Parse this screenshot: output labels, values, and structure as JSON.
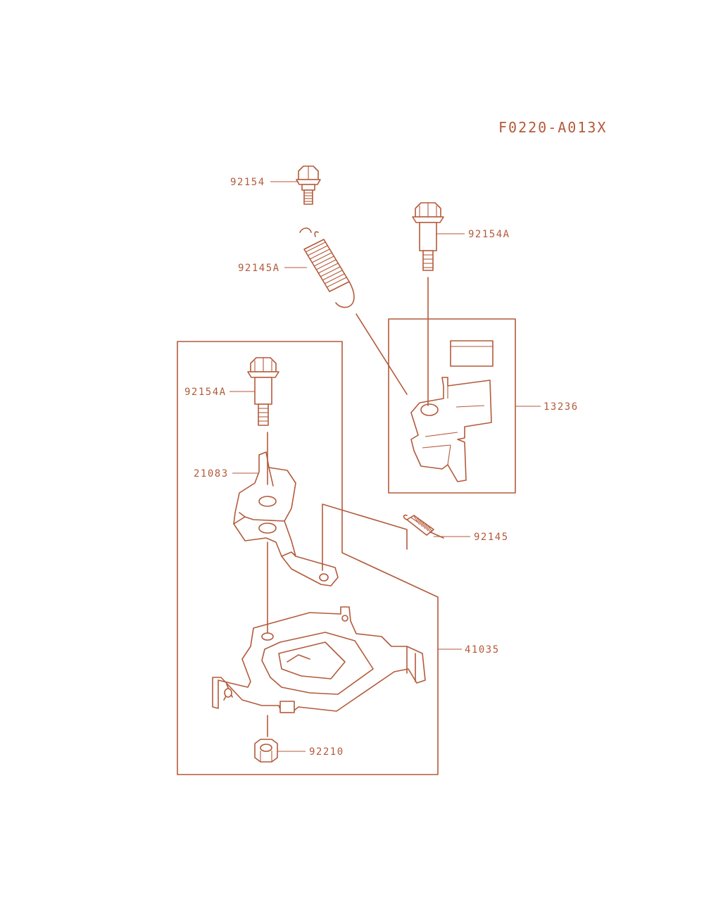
{
  "diagram": {
    "code": "F0220-A013X",
    "colors": {
      "line": "#b35a3a",
      "background": "#ffffff"
    },
    "labels": {
      "bolt_top": "92154",
      "bolt_right": "92154A",
      "spring_top": "92145A",
      "bolt_left": "92154A",
      "lever_box": "13236",
      "lever_small": "21083",
      "spring_small": "92145",
      "bracket": "41035",
      "nut": "92210"
    }
  }
}
